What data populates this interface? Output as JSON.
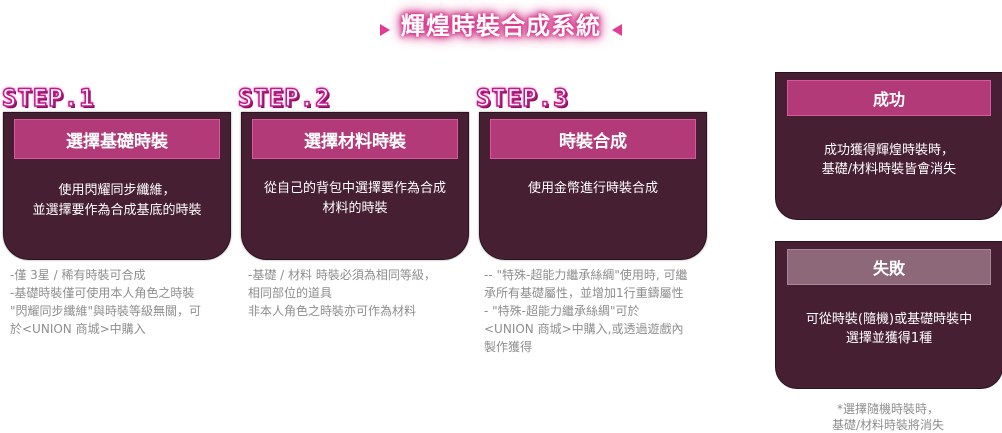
{
  "title": "輝煌時裝合成系統",
  "steps": [
    {
      "label": "STEP.1",
      "header": "選擇基礎時裝",
      "body": [
        "使用閃耀同步纖維，",
        "並選擇要作為合成基底的時裝"
      ],
      "notes": [
        "-僅 3星 / 稀有時裝可合成",
        "-基礎時裝僅可使用本人角色之時裝",
        "\"閃耀同步纖維\"與時裝等級無關，可",
        "於<UNION 商城>中購入"
      ]
    },
    {
      "label": "STEP.2",
      "header": "選擇材料時裝",
      "body": [
        "從自己的背包中選擇要作為合成",
        "材料的時裝"
      ],
      "notes": [
        "-基礎 / 材料 時裝必須為相同等級，",
        "相同部位的道具",
        "非本人角色之時裝亦可作為材料"
      ]
    },
    {
      "label": "STEP.3",
      "header": "時裝合成",
      "body": [
        "使用金幣進行時裝合成"
      ],
      "notes": [
        "-- \"特殊-超能力繼承絲綢\"使用時, 可繼",
        "承所有基礎屬性，並增加1行重鑄屬性",
        "- \"特殊-超能力繼承絲綢\"可於",
        "<UNION 商城>中購入,或透過遊戲內",
        "製作獲得"
      ]
    }
  ],
  "success": {
    "header": "成功",
    "body": [
      "成功獲得輝煌時裝時，",
      "基礎/材料時裝皆會消失"
    ]
  },
  "fail": {
    "header": "失敗",
    "body": [
      "可從時裝(隨機)或基礎時裝中",
      "選擇並獲得1種"
    ],
    "note": [
      "*選擇隨機時裝時，",
      "基礎/材料時裝將消失"
    ]
  },
  "colors": {
    "card_bg": "#471f33",
    "header_pink": "#b23a78",
    "header_fail": "#8c6878",
    "note_gray": "#8e8e8e",
    "title_glow": "#e0308a"
  }
}
